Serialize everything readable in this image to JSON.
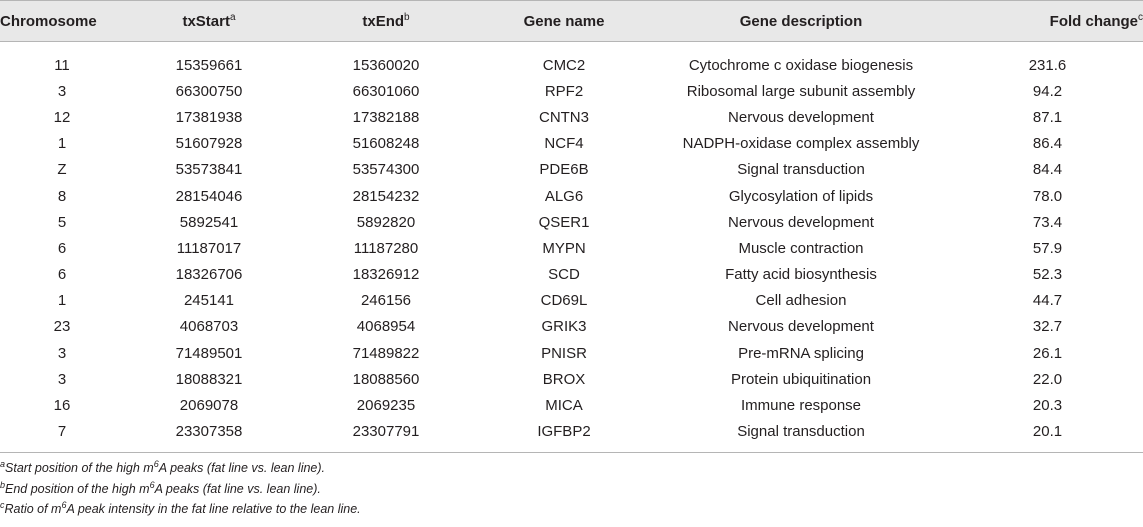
{
  "table": {
    "headers": {
      "chromosome": "Chromosome",
      "txstart": "txStart",
      "txstart_sup": "a",
      "txend": "txEnd",
      "txend_sup": "b",
      "gene_name": "Gene name",
      "gene_description": "Gene description",
      "fold_change": "Fold change",
      "fold_change_sup": "c"
    },
    "rows": [
      {
        "chromosome": "11",
        "txstart": "15359661",
        "txend": "15360020",
        "gene": "CMC2",
        "description": "Cytochrome c oxidase biogenesis",
        "fold": "231.6"
      },
      {
        "chromosome": "3",
        "txstart": "66300750",
        "txend": "66301060",
        "gene": "RPF2",
        "description": "Ribosomal large subunit assembly",
        "fold": "94.2"
      },
      {
        "chromosome": "12",
        "txstart": "17381938",
        "txend": "17382188",
        "gene": "CNTN3",
        "description": "Nervous development",
        "fold": "87.1"
      },
      {
        "chromosome": "1",
        "txstart": "51607928",
        "txend": "51608248",
        "gene": "NCF4",
        "description": "NADPH-oxidase complex assembly",
        "fold": "86.4"
      },
      {
        "chromosome": "Z",
        "txstart": "53573841",
        "txend": "53574300",
        "gene": "PDE6B",
        "description": "Signal transduction",
        "fold": "84.4"
      },
      {
        "chromosome": "8",
        "txstart": "28154046",
        "txend": "28154232",
        "gene": "ALG6",
        "description": "Glycosylation of lipids",
        "fold": "78.0"
      },
      {
        "chromosome": "5",
        "txstart": "5892541",
        "txend": "5892820",
        "gene": "QSER1",
        "description": "Nervous development",
        "fold": "73.4"
      },
      {
        "chromosome": "6",
        "txstart": "11187017",
        "txend": "11187280",
        "gene": "MYPN",
        "description": "Muscle contraction",
        "fold": "57.9"
      },
      {
        "chromosome": "6",
        "txstart": "18326706",
        "txend": "18326912",
        "gene": "SCD",
        "description": "Fatty acid biosynthesis",
        "fold": "52.3"
      },
      {
        "chromosome": "1",
        "txstart": "245141",
        "txend": "246156",
        "gene": "CD69L",
        "description": "Cell adhesion",
        "fold": "44.7"
      },
      {
        "chromosome": "23",
        "txstart": "4068703",
        "txend": "4068954",
        "gene": "GRIK3",
        "description": "Nervous development",
        "fold": "32.7"
      },
      {
        "chromosome": "3",
        "txstart": "71489501",
        "txend": "71489822",
        "gene": "PNISR",
        "description": "Pre-mRNA splicing",
        "fold": "26.1"
      },
      {
        "chromosome": "3",
        "txstart": "18088321",
        "txend": "18088560",
        "gene": "BROX",
        "description": "Protein ubiquitination",
        "fold": "22.0"
      },
      {
        "chromosome": "16",
        "txstart": "2069078",
        "txend": "2069235",
        "gene": "MICA",
        "description": "Immune response",
        "fold": "20.3"
      },
      {
        "chromosome": "7",
        "txstart": "23307358",
        "txend": "23307791",
        "gene": "IGFBP2",
        "description": "Signal transduction",
        "fold": "20.1"
      }
    ]
  },
  "footnotes": [
    {
      "mark": "a",
      "before": "Start position of the high m",
      "sup": "6",
      "after": "A peaks (fat line vs. lean line)."
    },
    {
      "mark": "b",
      "before": "End position of the high m",
      "sup": "6",
      "after": "A peaks (fat line vs. lean line)."
    },
    {
      "mark": "c",
      "before": "Ratio of m",
      "sup": "6",
      "after": "A peak intensity in the fat line relative to the lean line."
    }
  ],
  "colors": {
    "header_bg": "#e8e8e8",
    "rule": "#b5b5b5",
    "text": "#231f20"
  }
}
